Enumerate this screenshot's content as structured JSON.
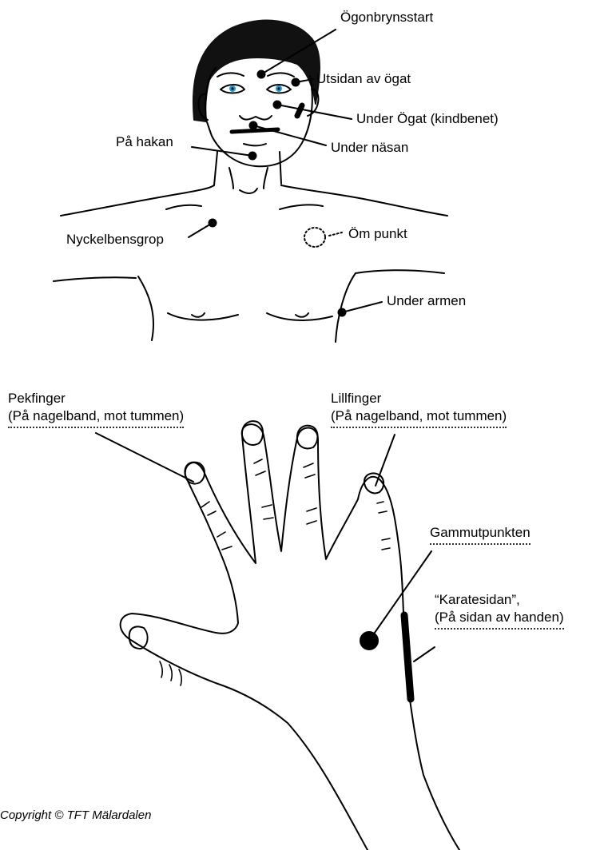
{
  "labels": {
    "eyebrow": "Ögonbrynsstart",
    "outer_eye": "Utsidan av ögat",
    "under_eye": "Under Ögat (kindbenet)",
    "under_nose": "Under näsan",
    "chin": "På hakan",
    "collarbone": "Nyckelbensgrop",
    "sore_spot": "Öm punkt",
    "under_arm": "Under armen",
    "index_finger_title": "Pekfinger",
    "index_finger_note": "(På nagelband, mot tummen)",
    "little_finger_title": "Lillfinger",
    "little_finger_note": "(På nagelband, mot tummen)",
    "gamut_point": "Gammutpunkten",
    "karate_title": "“Karatesidan”,",
    "karate_note": "(På sidan av handen)"
  },
  "copyright": "Copyright © TFT Mälardalen",
  "colors": {
    "line": "#000000",
    "iris": "#1a9fd6",
    "dotted": "#333333"
  }
}
